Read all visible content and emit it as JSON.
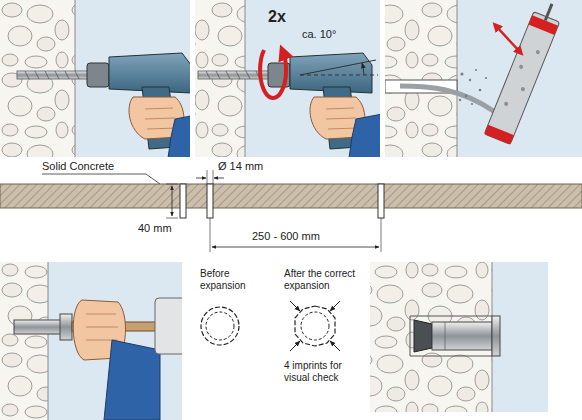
{
  "diagram": {
    "labels": [
      "2x",
      "ca. 10°",
      "Solid Concrete",
      "Ø 14 mm",
      "40 mm",
      "250 - 600 mm",
      "Before expansion",
      "After the correct expansion",
      "4 imprints for visual check"
    ]
  }
}
